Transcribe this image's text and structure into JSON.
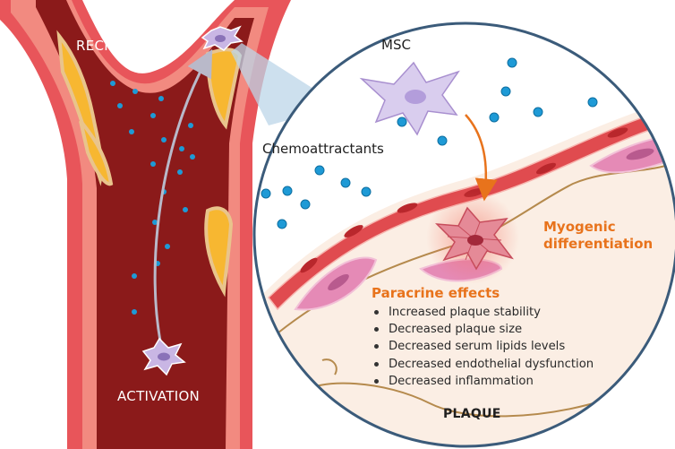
{
  "labels": {
    "recruitment": "RECRUITMENT",
    "activation": "ACTIVATION",
    "msc": "MSC",
    "chemoattractants": "Chemoattractants",
    "myogenic": [
      "Myogenic",
      "differentiation"
    ],
    "paracrine_title": "Paracrine effects",
    "plaque": "PLAQUE"
  },
  "paracrine_effects": [
    "Increased plaque stability",
    "Decreased plaque size",
    "Decreased serum lipids levels",
    "Decreased endothelial dysfunction",
    "Decreased inflammation"
  ],
  "colors": {
    "vessel_outer": "#e8555a",
    "vessel_wall": "#f28a80",
    "lumen": "#8b1a1a",
    "plaque_fat": "#f7b731",
    "cell_purple": "#c9b6e4",
    "dot_blue": "#1e9ad6",
    "accent_orange": "#e8731c",
    "circle_border": "#3b5b7a",
    "tissue_bg": "#fbeee4",
    "endothelium": "#e04b4f",
    "smc_pink": "#e58ab6"
  },
  "icons": [
    "msc-cell-icon",
    "differentiated-cell-icon",
    "chemoattractant-dot-icon",
    "arrow-icon"
  ]
}
